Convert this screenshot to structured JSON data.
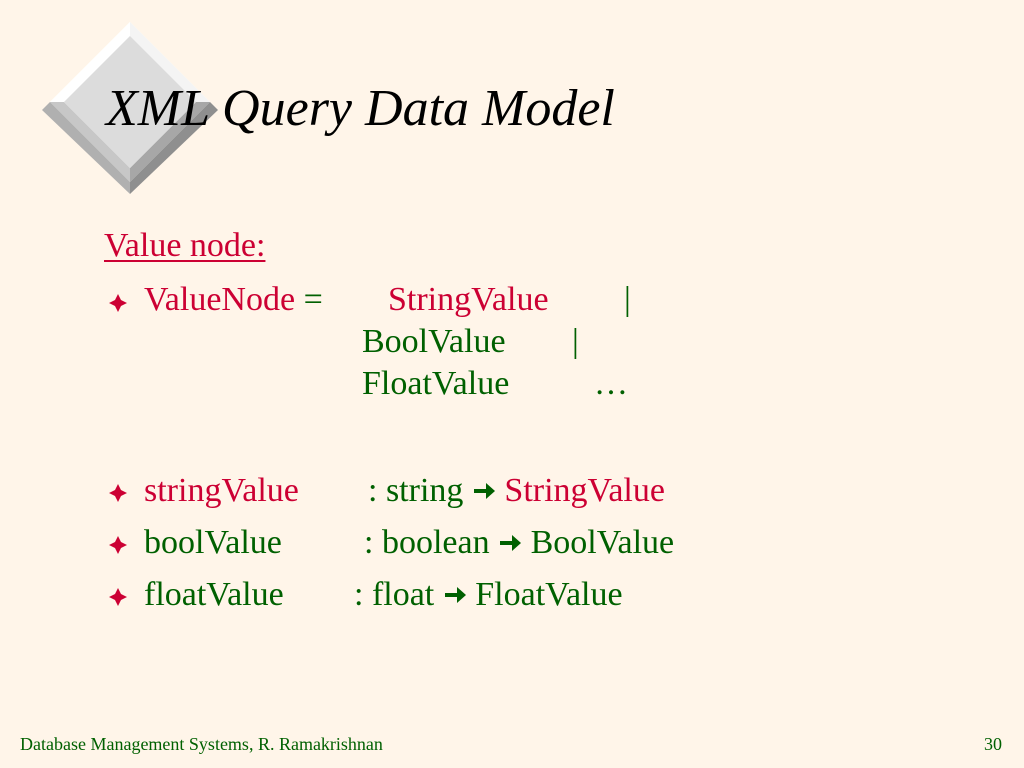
{
  "slide": {
    "title": "XML Query Data Model",
    "section_heading": "Value node:",
    "definition": {
      "lhs": "ValueNode",
      "equals": "=",
      "alternatives": [
        {
          "name": "StringValue",
          "separator": "|"
        },
        {
          "name": "BoolValue",
          "separator": "|"
        },
        {
          "name": "FloatValue",
          "separator": "…"
        }
      ]
    },
    "constructors": [
      {
        "name": "stringValue",
        "signature": ": string",
        "result": "StringValue"
      },
      {
        "name": "boolValue",
        "signature": ": boolean",
        "result": "BoolValue"
      },
      {
        "name": "floatValue",
        "signature": ": float",
        "result": "FloatValue"
      }
    ],
    "footer": {
      "text": "Database Management Systems, R. Ramakrishnan",
      "page_number": "30"
    }
  },
  "colors": {
    "background": "#fff5e9",
    "accent_red": "#cc0033",
    "text_green": "#006000",
    "title_black": "#000000"
  },
  "icons": {
    "bullet": "diamond-bullet-icon",
    "arrow": "right-arrow-icon",
    "decoration": "beveled-diamond-icon"
  }
}
